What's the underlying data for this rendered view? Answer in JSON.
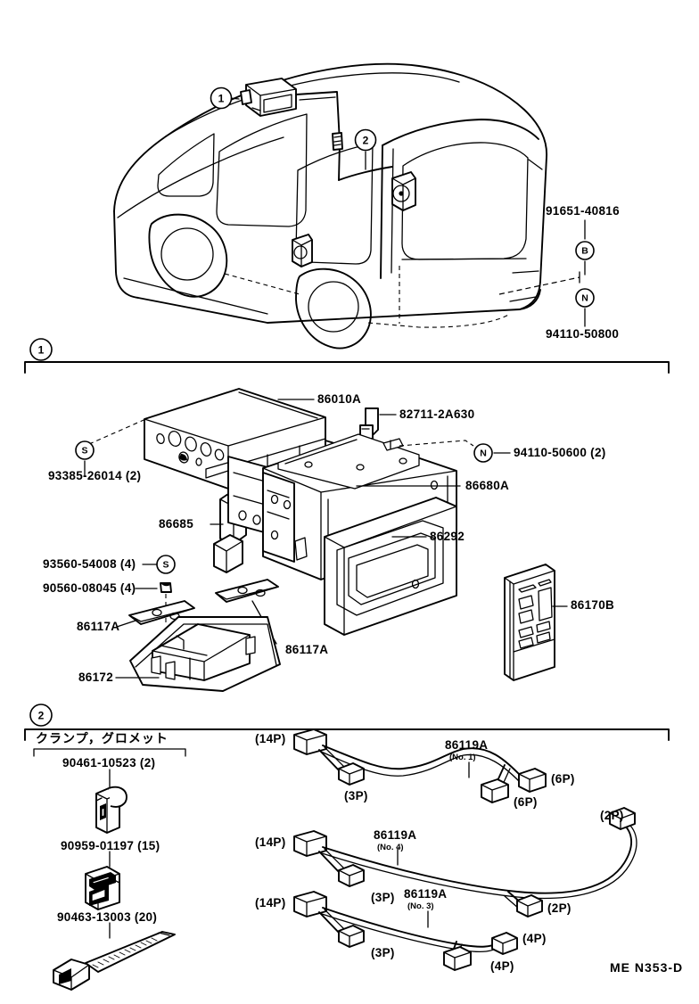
{
  "sheet": {
    "diagram_code": "ME  N353-D",
    "sections": [
      {
        "marker": "1",
        "title": ""
      },
      {
        "marker": "2",
        "title": ""
      }
    ]
  },
  "vehicle_view": {
    "callouts": [
      {
        "marker": "1",
        "name": "section-callout-1"
      },
      {
        "marker": "2",
        "name": "section-callout-2"
      }
    ],
    "parts": [
      {
        "number": "91651-40816",
        "badge": "B"
      },
      {
        "number": "94110-50800",
        "badge": "N"
      }
    ]
  },
  "section1": {
    "marker": "1",
    "parts": [
      {
        "number": "86010A",
        "name": "radio-receiver-assembly"
      },
      {
        "number": "93385-26014 (2)",
        "badge": "S",
        "name": "screw-93385"
      },
      {
        "number": "82711-2A630",
        "name": "clamp-82711"
      },
      {
        "number": "94110-50600 (2)",
        "badge": "N",
        "name": "nut-94110"
      },
      {
        "number": "86680A",
        "name": "display-assembly"
      },
      {
        "number": "86292",
        "name": "display-bezel"
      },
      {
        "number": "86685",
        "name": "display-bracket"
      },
      {
        "number": "93560-54008 (4)",
        "badge": "S",
        "name": "screw-93560"
      },
      {
        "number": "90560-08045 (4)",
        "name": "washer-90560"
      },
      {
        "number": "86117A",
        "name": "bracket-86117a-left"
      },
      {
        "number": "86117A",
        "name": "bracket-86117a-right"
      },
      {
        "number": "86172",
        "name": "amplifier-86172"
      },
      {
        "number": "86170B",
        "name": "remote-control-86170b"
      }
    ]
  },
  "section2": {
    "marker": "2",
    "group_title": "クランプ，グロメット",
    "clamps": [
      {
        "number": "90461-10523 (2)",
        "name": "clamp-90461"
      },
      {
        "number": "90959-01197 (15)",
        "name": "grommet-90959"
      },
      {
        "number": "90463-13003 (20)",
        "name": "band-90463"
      }
    ],
    "harnesses": [
      {
        "number": "86119A",
        "sub": "(No. 1)",
        "name": "wire-harness-no1",
        "connectors": [
          "(14P)",
          "(3P)",
          "(6P)",
          "(6P)"
        ]
      },
      {
        "number": "86119A",
        "sub": "(No. 4)",
        "name": "wire-harness-no4",
        "connectors": [
          "(14P)",
          "(3P)",
          "(2P)",
          "(2P)"
        ]
      },
      {
        "number": "86119A",
        "sub": "(No. 3)",
        "name": "wire-harness-no3",
        "connectors": [
          "(14P)",
          "(3P)",
          "(4P)",
          "(4P)"
        ]
      }
    ]
  }
}
